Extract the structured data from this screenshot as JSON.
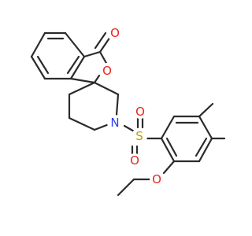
{
  "colors": {
    "bond": "#2b2b2b",
    "oxygen": "#e8261c",
    "nitrogen": "#2e3df0",
    "sulfur": "#b9a300",
    "background": "#ffffff"
  },
  "atoms": {
    "carbonyl_oxygen": "O",
    "ring_oxygen": "O",
    "nitrogen": "N",
    "sulfur": "S",
    "sulfonyl_oxygen_top": "O",
    "sulfonyl_oxygen_bottom": "O",
    "methoxy_oxygen": "O"
  }
}
